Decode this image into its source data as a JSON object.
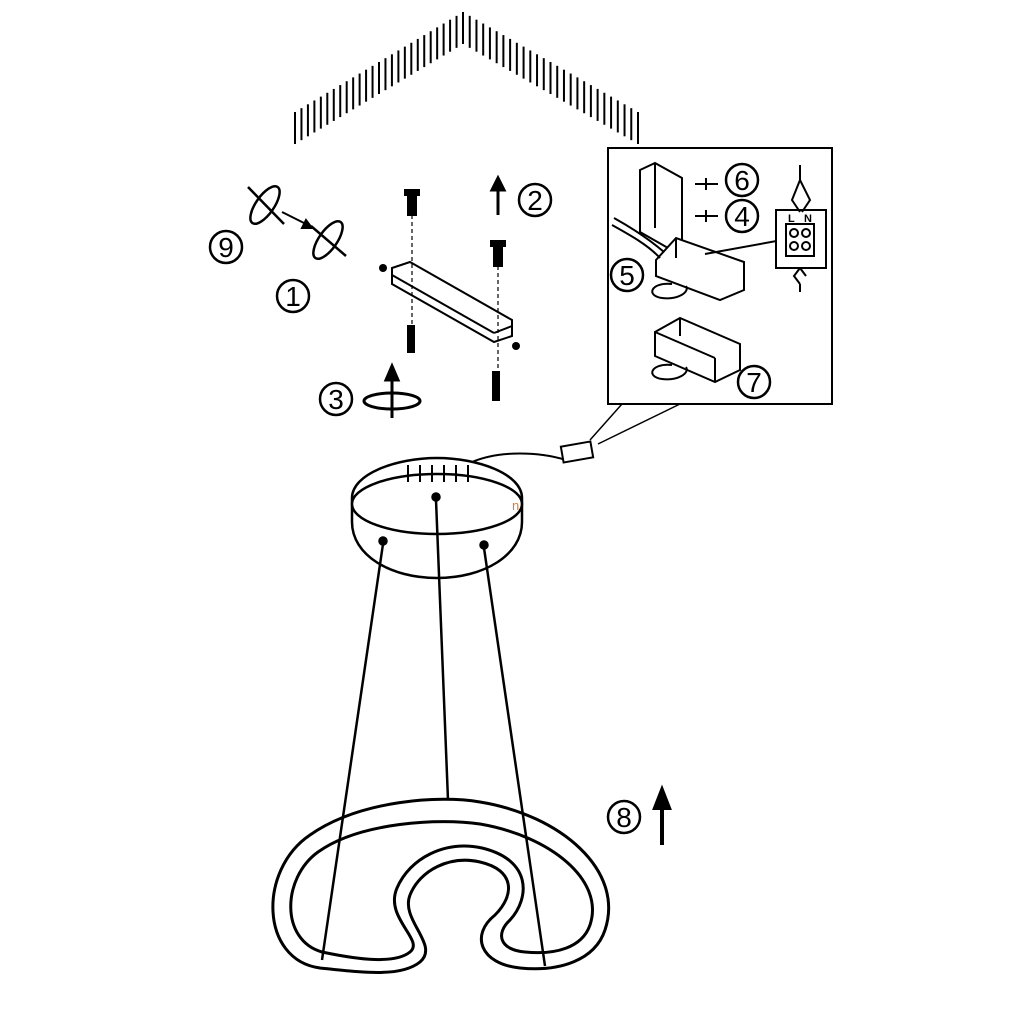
{
  "diagram": {
    "steps": [
      {
        "id": "step-1",
        "label": "1"
      },
      {
        "id": "step-2",
        "label": "2"
      },
      {
        "id": "step-3",
        "label": "3"
      },
      {
        "id": "step-4",
        "label": "4"
      },
      {
        "id": "step-5",
        "label": "5"
      },
      {
        "id": "step-6",
        "label": "6"
      },
      {
        "id": "step-7",
        "label": "7"
      },
      {
        "id": "step-8",
        "label": "8"
      },
      {
        "id": "step-9",
        "label": "9"
      }
    ],
    "terminal": {
      "left_label": "L",
      "right_label": "N"
    },
    "canopy_mark": "n",
    "colors": {
      "line": "#000000",
      "background": "#ffffff",
      "canopy_mark": "#e87b2a"
    }
  }
}
